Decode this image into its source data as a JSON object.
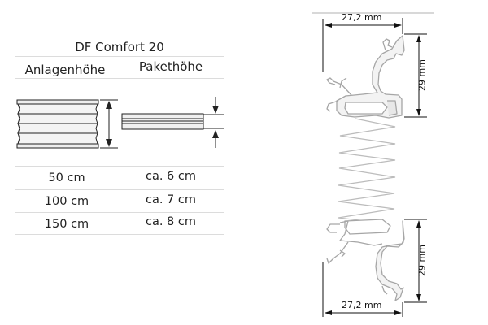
{
  "table": {
    "title": "DF Comfort 20",
    "headers": [
      "Anlagenhöhe",
      "Pakethöhe"
    ],
    "rows": [
      {
        "anlagenhoehe": "50 cm",
        "pakethoehe": "ca. 6 cm"
      },
      {
        "anlagenhoehe": "100 cm",
        "pakethoehe": "ca. 7 cm"
      },
      {
        "anlagenhoehe": "150 cm",
        "pakethoehe": "ca. 8 cm"
      }
    ]
  },
  "icons": {
    "extended": "pleated-blind-extended-icon",
    "packed": "pleated-blind-packed-icon"
  },
  "profile": {
    "top_width": "27,2 mm",
    "top_height": "29 mm",
    "bottom_width": "27,2 mm",
    "bottom_height": "29 mm"
  },
  "colors": {
    "text": "#222222",
    "divider": "#dcdcdc",
    "profile_fill": "#f2f2f2",
    "profile_stroke": "#a8a8a8",
    "pleat_stroke": "#bdbdbd"
  }
}
